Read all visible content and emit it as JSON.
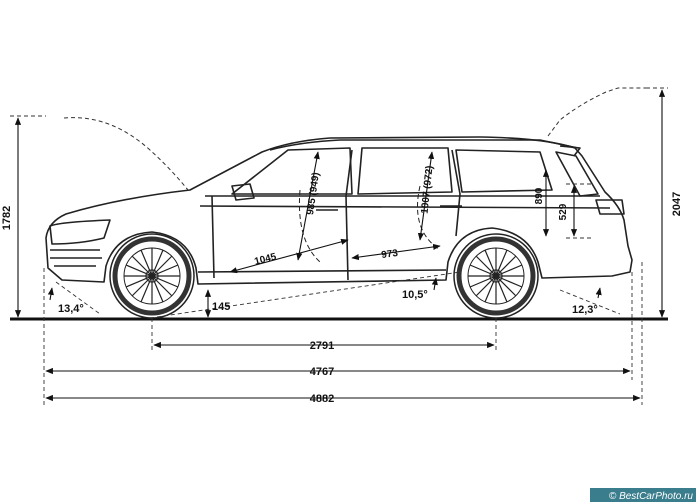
{
  "dimensions": {
    "height": "1782",
    "height_open": "2047",
    "wheelbase": "2791",
    "length": "4767",
    "length_total": "4882",
    "ground_clearance": "145",
    "approach_angle": "13,4°",
    "departure_angle": "12,3°",
    "ramp_angle": "10,5°",
    "front_headroom": "985 (949)",
    "rear_headroom": "1007 (972)",
    "front_legroom": "1045",
    "rear_legroom": "973",
    "boot_opening_height": "890",
    "boot_sill_height": "529"
  },
  "watermark": {
    "text": "© BestCarPhoto.ru"
  }
}
